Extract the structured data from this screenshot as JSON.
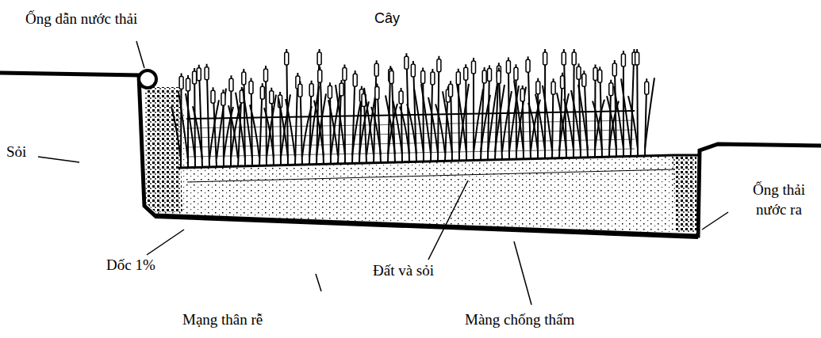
{
  "diagram": {
    "labels": [
      "Ống dẫn nước thải",
      "Cây",
      "Sỏi",
      "Ống thải nước ra",
      "Dốc 1%",
      "Đất và sỏi",
      "Mạng thân rễ",
      "Màng chống thấm"
    ]
  }
}
